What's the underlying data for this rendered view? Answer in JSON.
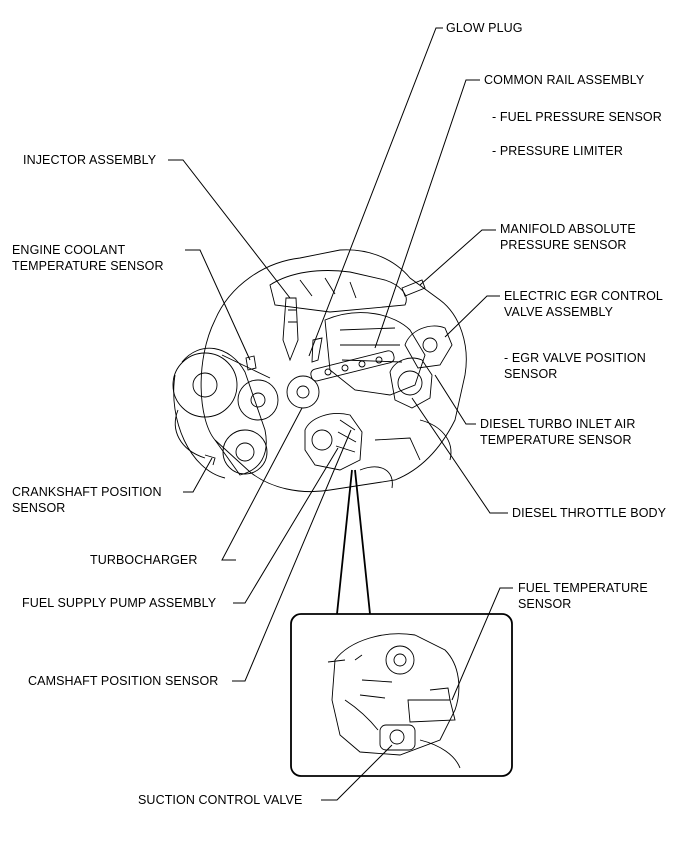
{
  "labels": {
    "glow_plug": "GLOW PLUG",
    "common_rail_assembly": "COMMON RAIL ASSEMBLY",
    "fuel_pressure_sensor": "- FUEL PRESSURE SENSOR",
    "pressure_limiter": "- PRESSURE LIMITER",
    "injector_assembly": "INJECTOR ASSEMBLY",
    "manifold_absolute_pressure_sensor": [
      "MANIFOLD ABSOLUTE",
      "PRESSURE SENSOR"
    ],
    "engine_coolant_temperature_sensor": [
      "ENGINE COOLANT",
      "TEMPERATURE SENSOR"
    ],
    "electric_egr_control_valve_assembly": [
      "ELECTRIC EGR CONTROL",
      "VALVE ASSEMBLY"
    ],
    "egr_valve_position_sensor": [
      "- EGR VALVE POSITION",
      "SENSOR"
    ],
    "diesel_turbo_inlet_air_temperature_sensor": [
      "DIESEL TURBO INLET AIR",
      "TEMPERATURE SENSOR"
    ],
    "crankshaft_position_sensor": [
      "CRANKSHAFT POSITION",
      "SENSOR"
    ],
    "diesel_throttle_body": "DIESEL THROTTLE BODY",
    "turbocharger": "TURBOCHARGER",
    "fuel_supply_pump_assembly": "FUEL SUPPLY PUMP ASSEMBLY",
    "fuel_temperature_sensor": [
      "FUEL TEMPERATURE",
      "SENSOR"
    ],
    "camshaft_position_sensor": "CAMSHAFT POSITION SENSOR",
    "suction_control_valve": "SUCTION CONTROL VALVE"
  }
}
